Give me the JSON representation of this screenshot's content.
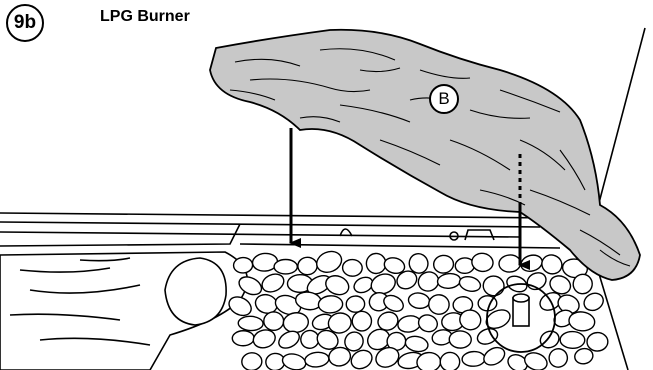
{
  "figure": {
    "step_label": "9b",
    "title": "LPG Burner",
    "part_label": "B"
  }
}
